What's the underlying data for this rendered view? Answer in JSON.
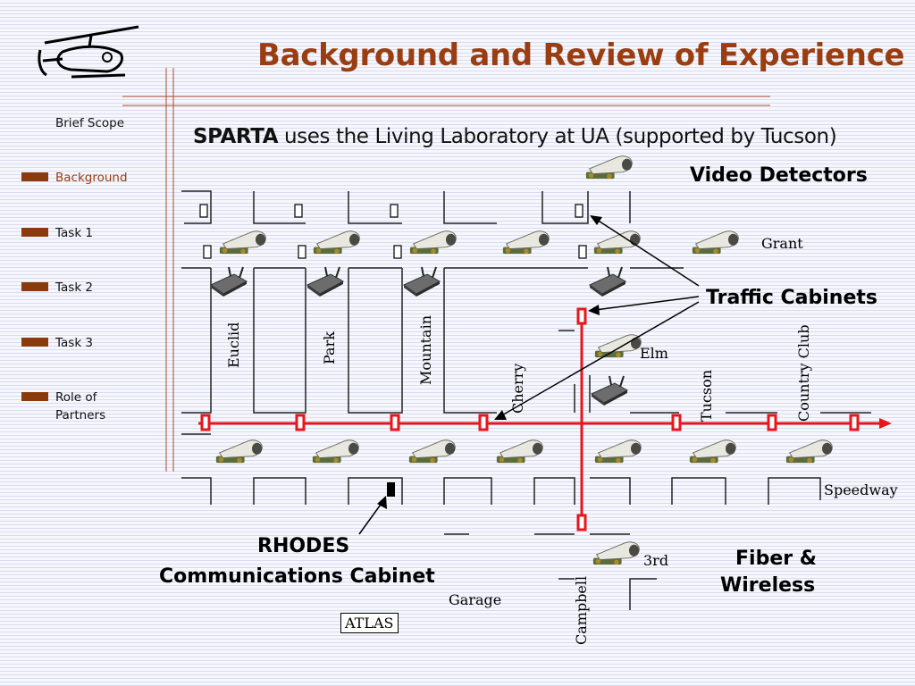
{
  "slide": {
    "title": "Background and Review of Experience",
    "subtitle_bold": "SPARTA",
    "subtitle_rest": " uses the Living Laboratory at UA (supported by Tucson)"
  },
  "sidebar": {
    "items": [
      {
        "label": "Brief Scope",
        "marker": false,
        "active": false
      },
      {
        "label": "Background",
        "marker": true,
        "active": true
      },
      {
        "label": "Task 1",
        "marker": true,
        "active": false
      },
      {
        "label": "Task 2",
        "marker": true,
        "active": false
      },
      {
        "label": "Task 3",
        "marker": true,
        "active": false
      },
      {
        "label": "Role of Partners",
        "marker": true,
        "active": false
      }
    ]
  },
  "labels": {
    "video_detectors": "Video Detectors",
    "traffic_cabinets": "Traffic Cabinets",
    "rhodes_line1": "RHODES",
    "rhodes_line2": "Communications Cabinet",
    "fiber_line1": "Fiber &",
    "fiber_line2": "Wireless"
  },
  "streets": {
    "grant": "Grant",
    "euclid": "Euclid",
    "park": "Park",
    "mountain": "Mountain",
    "cherry": "Cherry",
    "elm": "Elm",
    "tucson": "Tucson",
    "country_club": "Country Club",
    "speedway": "Speedway",
    "third": "3rd",
    "campbell": "Campbell",
    "garage": "Garage",
    "atlas": "ATLAS"
  },
  "colors": {
    "title": "#9a3e12",
    "marker": "#8b3a0e",
    "network": "#e8161b"
  }
}
